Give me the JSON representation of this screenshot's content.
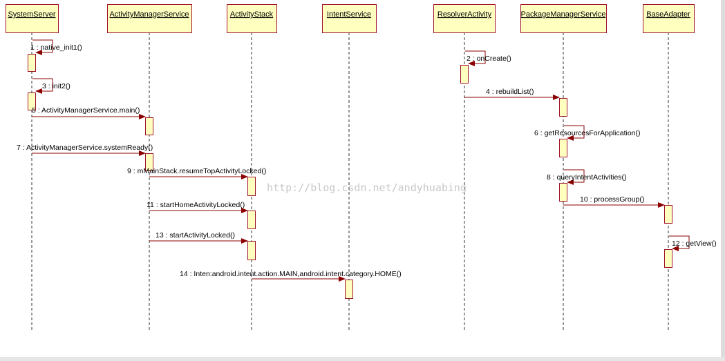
{
  "colors": {
    "box_fill": "#ffffc0",
    "box_stroke": "#a0122c",
    "message_line": "#8b0000",
    "lifeline": "#333333",
    "watermark": "#c8c8c8"
  },
  "participants": [
    {
      "id": "ss",
      "name": "SystemServer"
    },
    {
      "id": "ams",
      "name": "ActivityManagerService"
    },
    {
      "id": "as",
      "name": "ActivityStack"
    },
    {
      "id": "is",
      "name": "IntentService"
    },
    {
      "id": "ra",
      "name": "ResolverActivity"
    },
    {
      "id": "pms",
      "name": "PackageManagerService"
    },
    {
      "id": "ba",
      "name": "BaseAdapter"
    }
  ],
  "messages": [
    {
      "seq": 1,
      "from": "ss",
      "to": "ss",
      "label": "1 : native_init1()"
    },
    {
      "seq": 2,
      "from": "ra",
      "to": "ra",
      "label": "2 : onCreate()"
    },
    {
      "seq": 3,
      "from": "ss",
      "to": "ss",
      "label": "3 : init2()"
    },
    {
      "seq": 4,
      "from": "ra",
      "to": "pms",
      "label": "4 : rebuildList()"
    },
    {
      "seq": 5,
      "from": "ss",
      "to": "ams",
      "label": "5 : ActivityManagerService.main()"
    },
    {
      "seq": 6,
      "from": "pms",
      "to": "pms",
      "label": "6 : getResourcesForApplication()"
    },
    {
      "seq": 7,
      "from": "ss",
      "to": "ams",
      "label": "7 : ActivityManagerService.systemReady()"
    },
    {
      "seq": 8,
      "from": "pms",
      "to": "pms",
      "label": "8 : queryIntentActivities()"
    },
    {
      "seq": 9,
      "from": "ams",
      "to": "as",
      "label": "9 : mMainStack.resumeTopActivityLocked()"
    },
    {
      "seq": 10,
      "from": "pms",
      "to": "ba",
      "label": "10 : processGroup()"
    },
    {
      "seq": 11,
      "from": "ams",
      "to": "as",
      "label": "11 : startHomeActivityLocked()"
    },
    {
      "seq": 12,
      "from": "ba",
      "to": "ba",
      "label": "12 : getView()"
    },
    {
      "seq": 13,
      "from": "ams",
      "to": "as",
      "label": "13 : startActivityLocked()"
    },
    {
      "seq": 14,
      "from": "as",
      "to": "is",
      "label": "14 : Inten:android.intent.action.MAIN,android.intent.category.HOME()"
    }
  ],
  "watermark": "http://blog.csdn.net/andyhuabing"
}
